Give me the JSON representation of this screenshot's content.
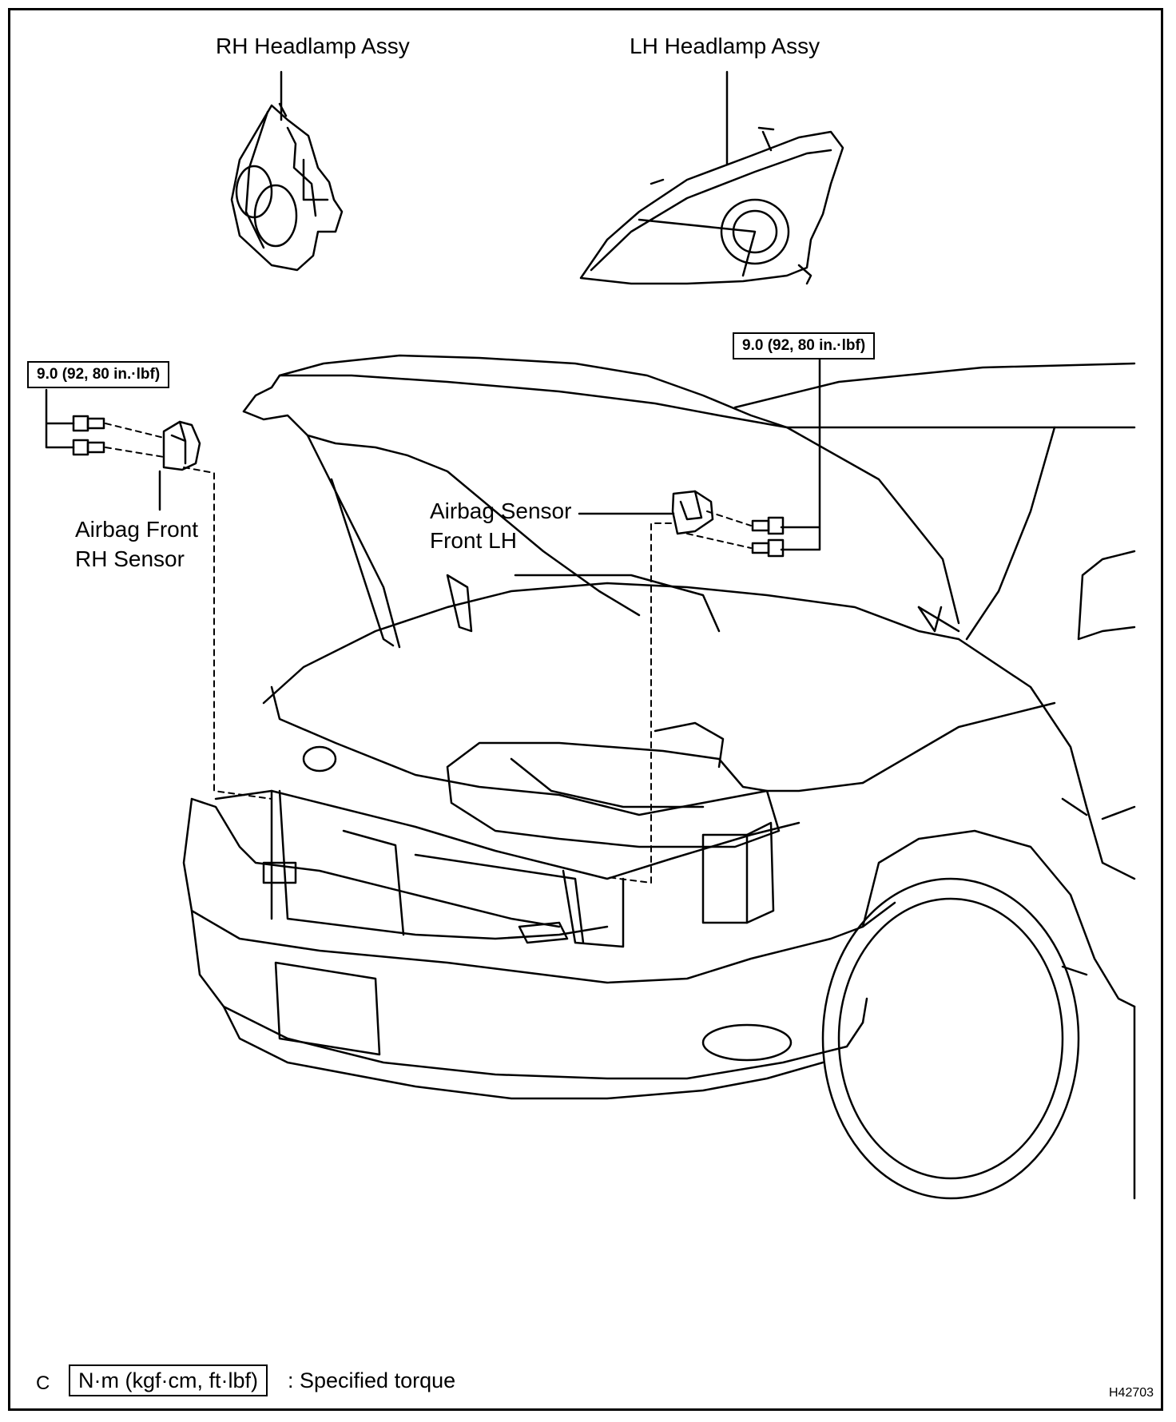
{
  "labels": {
    "rh_headlamp": "RH Headlamp Assy",
    "lh_headlamp": "LH Headlamp Assy",
    "airbag_front_rh": [
      "Airbag Front",
      "RH Sensor"
    ],
    "airbag_front_lh": [
      "Airbag Sensor",
      "Front LH"
    ]
  },
  "torque": {
    "left": "9.0 (92, 80 in.·lbf)",
    "right": "9.0 (92, 80 in.·lbf)"
  },
  "legend": {
    "unit_box": "N·m (kgf·cm, ft·lbf)",
    "description": ": Specified torque"
  },
  "corner_letter": "C",
  "figure_code": "H42703"
}
